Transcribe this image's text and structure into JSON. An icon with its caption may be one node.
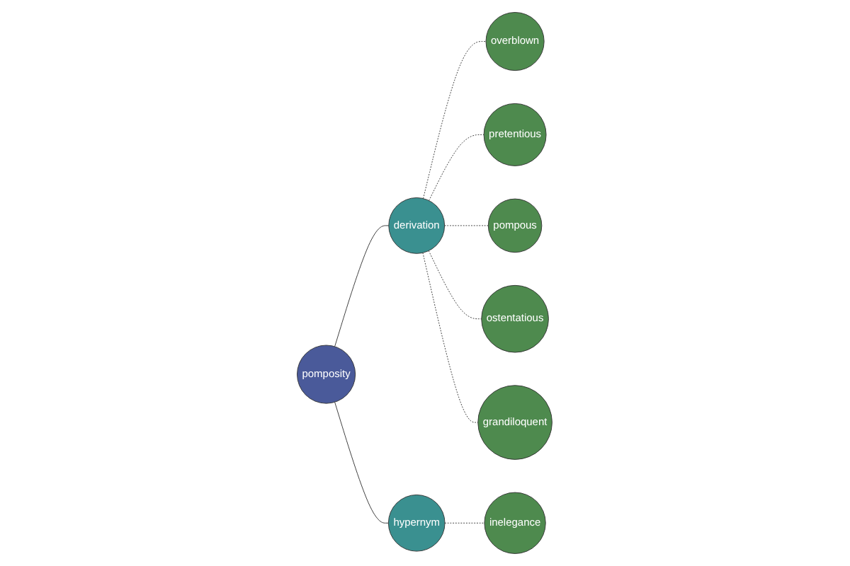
{
  "diagram": {
    "nodes": [
      {
        "text": [
          "overblown"
        ]
      },
      {
        "text": [
          "pomposity"
        ]
      },
      {
        "text": [
          "hypernym"
        ]
      },
      {
        "text": [
          "derivation"
        ]
      },
      {
        "text": [
          "inelegance"
        ]
      },
      {
        "text": [
          "pretentious"
        ]
      },
      {
        "text": [
          "pompous"
        ]
      },
      {
        "text": [
          "ostentatious"
        ]
      },
      {
        "text": [
          "grandiloquent"
        ]
      }
    ],
    "edges": [
      {
        "from": 1,
        "to": 3,
        "arrow": "none"
      },
      {
        "from": 1,
        "to": 2,
        "arrow": "none"
      },
      {
        "from": 2,
        "to": 4,
        "arrow": "none",
        "style": "dashed"
      },
      {
        "from": 3,
        "to": 0,
        "arrow": "none",
        "style": "dashed"
      },
      {
        "from": 3,
        "to": 5,
        "arrow": "none",
        "style": "dashed"
      },
      {
        "from": 3,
        "to": 6,
        "arrow": "none",
        "style": "dashed"
      },
      {
        "from": 3,
        "to": 7,
        "arrow": "none",
        "style": "dashed"
      },
      {
        "from": 3,
        "to": 8,
        "arrow": "none",
        "style": "dashed"
      }
    ]
  }
}
